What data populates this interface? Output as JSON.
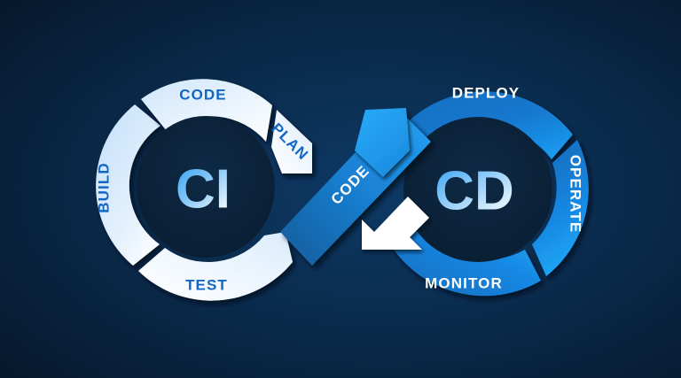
{
  "background": {
    "base_color": "#07192c",
    "glow_color": "#0d3a66"
  },
  "palette": {
    "ci_segment_light": "#eaf4fd",
    "ci_segment_mid": "#bfdffb",
    "cd_segment_bright": "#1b9bf0",
    "cd_segment_deep": "#1766b5",
    "core_fill": "#0b2137",
    "label_blue": "#1266c4",
    "label_white": "#ffffff",
    "band_blue_light": "#1e95ec",
    "band_blue_dark": "#17629f",
    "arrow_white": "#ffffff"
  },
  "diagram": {
    "type": "devops-infinity-loop",
    "left_loop": {
      "core_text": "CI",
      "segments": [
        {
          "id": "code",
          "label": "CODE",
          "position": "top",
          "text_style": "dark"
        },
        {
          "id": "plan",
          "label": "PLAN",
          "position": "top-right",
          "text_style": "dark"
        },
        {
          "id": "test",
          "label": "TEST",
          "position": "bottom",
          "text_style": "dark"
        },
        {
          "id": "build",
          "label": "BUILD",
          "position": "left",
          "text_style": "dark"
        }
      ]
    },
    "right_loop": {
      "core_text": "CD",
      "segments": [
        {
          "id": "deploy",
          "label": "DEPLOY",
          "position": "top",
          "text_style": "light"
        },
        {
          "id": "operate",
          "label": "OPERATE",
          "position": "right",
          "text_style": "light"
        },
        {
          "id": "monitor",
          "label": "MONITOR",
          "position": "bottom",
          "text_style": "light"
        }
      ]
    },
    "center_band": {
      "label": "CODE",
      "text_style": "light"
    }
  }
}
